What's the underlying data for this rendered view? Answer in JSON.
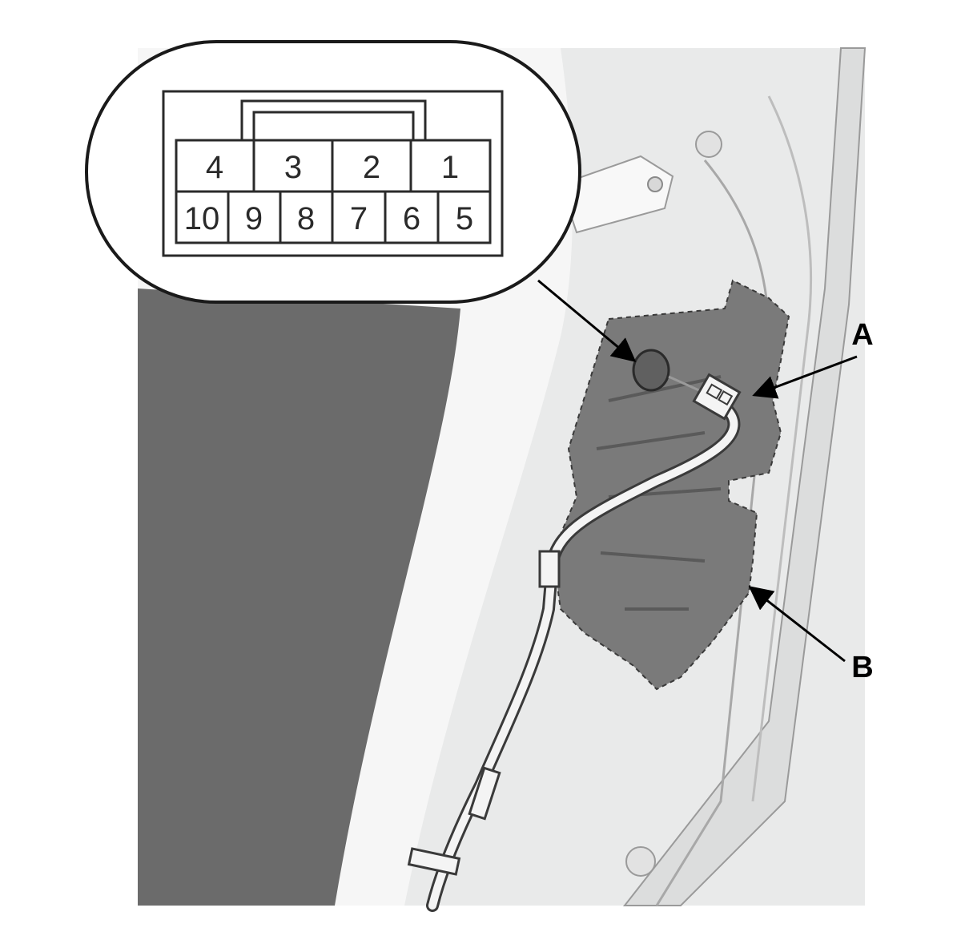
{
  "connector": {
    "top_row": [
      "4",
      "3",
      "2",
      "1"
    ],
    "bottom_row": [
      "10",
      "9",
      "8",
      "7",
      "6",
      "5"
    ]
  },
  "callouts": {
    "a": "A",
    "b": "B"
  },
  "colors": {
    "background": "#ffffff",
    "body_panel": "#e9eaea",
    "dark_area": "#6b6b6b",
    "shaded_panel": "#7a7a7a",
    "outline": "#1a1a1a",
    "harness": "#f4f4f4"
  }
}
